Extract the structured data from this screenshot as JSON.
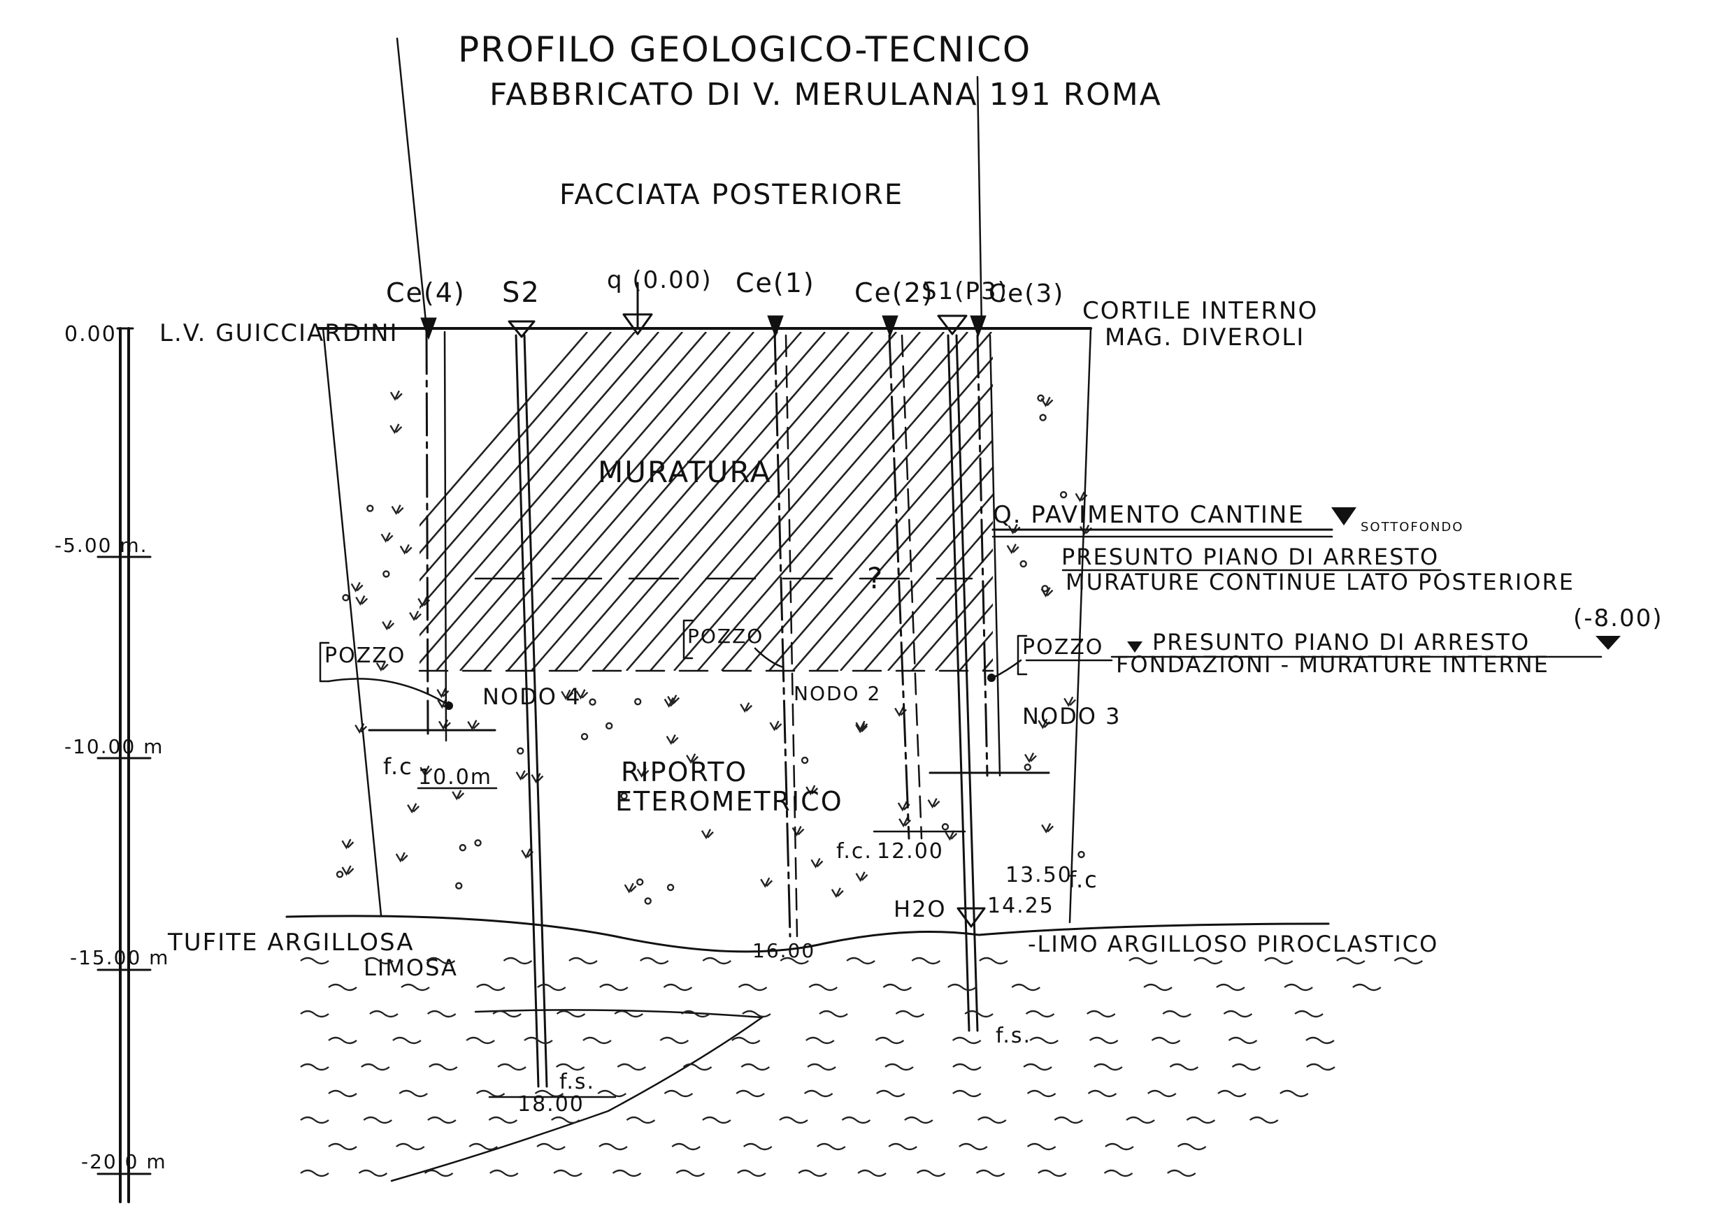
{
  "header": {
    "title": "PROFILO GEOLOGICO-TECNICO",
    "subtitle": "FABBRICATO DI V. MERULANA 191 ROMA",
    "section": "FACCIATA POSTERIORE"
  },
  "surface": {
    "left_street": "L.V. GUICCIARDINI",
    "right_line1": "CORTILE INTERNO",
    "right_line2": "MAG. DIVEROLI",
    "datum_label": "q (0.00)"
  },
  "boreholes": {
    "ce4": "Ce(4)",
    "s2": "S2",
    "ce1": "Ce(1)",
    "ce2": "Ce(2)",
    "s1": "S1(P3)",
    "ce3": "Ce(3)"
  },
  "depth_scale": {
    "d0": "0.00",
    "d5": "-5.00 m.",
    "d10": "-10.00 m",
    "d15": "-15.00 m",
    "d20": "-20.0 m"
  },
  "zones": {
    "masonry": "MURATURA",
    "fill_line1": "RIPORTO",
    "fill_line2": "ETEROMETRICO",
    "question": "?",
    "tuff_line1": "TUFITE ARGILLOSA",
    "tuff_line2": "LIMOSA",
    "silt": "-LIMO ARGILLOSO PIROCLASTICO"
  },
  "annotations": {
    "cellar_floor": "Q. PAVIMENTO CANTINE",
    "sottofondo": "SOTTOFONDO",
    "stop1_line1": "PRESUNTO PIANO DI ARRESTO",
    "stop1_line2": "MURATURE CONTINUE LATO POSTERIORE",
    "pozzo_right": "POZZO",
    "stop2_line1": "PRESUNTO PIANO DI ARRESTO",
    "stop2_line2": "FONDAZIONI - MURATURE INTERNE",
    "stop2_level": "(-8.00)",
    "pozzo_left": "POZZO",
    "pozzo_mid": "POZZO"
  },
  "nodes": {
    "n4": "NODO 4",
    "n2": "NODO 2",
    "n3": "NODO 3"
  },
  "depth_marks": {
    "fc_left": "f.c",
    "fc_left_depth": "10.0m",
    "fc_mid": "f.c.",
    "fc_mid_depth": "12.00",
    "fc_right_depth": "13.50",
    "fc_right": "f.c",
    "h2o": "H2O",
    "h2o_depth": "14.25",
    "ce1_depth": "16.00",
    "fs_s1": "f.s.",
    "fs_s2": "f.s.",
    "s2_depth": "18.00"
  }
}
